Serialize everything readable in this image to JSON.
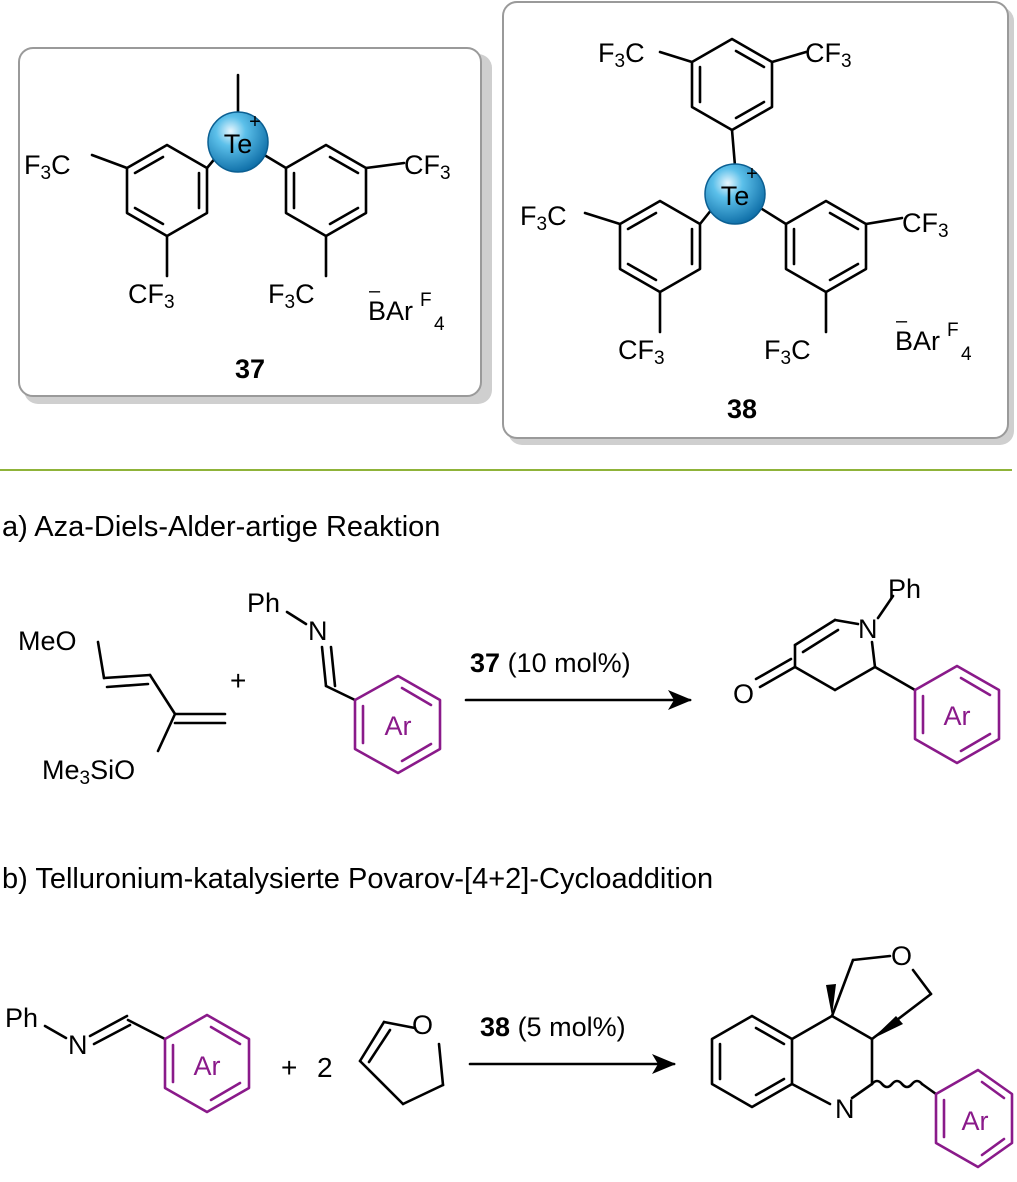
{
  "catalysts": {
    "cat37": {
      "label": "37",
      "substituents": [
        "F3C",
        "CF3",
        "CF3",
        "F3C"
      ],
      "center": "Te",
      "anion": "BArF4"
    },
    "cat38": {
      "label": "38",
      "substituents": [
        "F3C",
        "CF3",
        "F3C",
        "CF3",
        "CF3",
        "F3C"
      ],
      "center": "Te",
      "anion": "BArF4"
    }
  },
  "sections": {
    "a": {
      "title": "a) Aza-Diels-Alder-artige Reaktion",
      "reagents": [
        "MeO",
        "Me3SiO",
        "Ph",
        "N",
        "Ar"
      ],
      "plus": "+",
      "catalyst_label": "37",
      "catalyst_loading": "(10 mol%)",
      "product": [
        "Ph",
        "N",
        "O",
        "Ar"
      ]
    },
    "b": {
      "title": "b) Telluronium-katalysierte Povarov-[4+2]-Cycloaddition",
      "reagents": [
        "Ph",
        "N",
        "Ar",
        "O"
      ],
      "plus": "+",
      "equiv": "2",
      "catalyst_label": "38",
      "catalyst_loading": "(5 mol%)",
      "product": [
        "O",
        "N",
        "Ar"
      ]
    }
  },
  "colors": {
    "ar_accent": "#8a1a8a",
    "divider": "#8fb339",
    "te_sphere": "#29a0d8"
  }
}
